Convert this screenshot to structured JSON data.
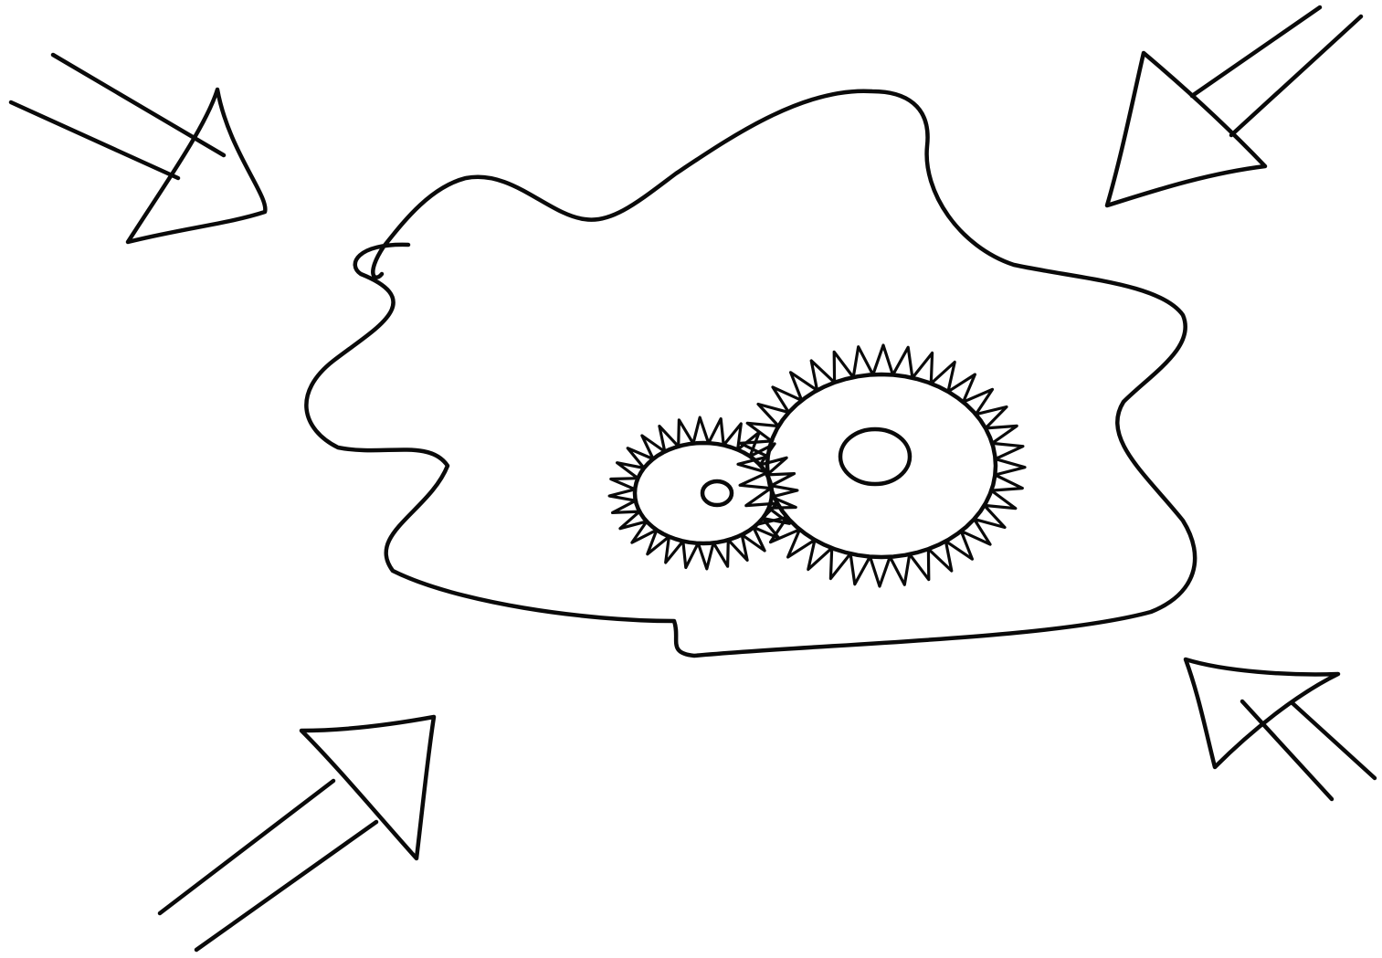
{
  "drawing": {
    "style": "hand-drawn ink sketch",
    "ink_color": "#0a0a0a",
    "background_color": "#ffffff",
    "elements": [
      {
        "name": "cloud-outline",
        "icon": "cloud-outline"
      },
      {
        "name": "large-gear",
        "icon": "gear-icon",
        "teeth": 36
      },
      {
        "name": "small-gear",
        "icon": "gear-icon",
        "teeth": 28
      },
      {
        "name": "arrow-top-left",
        "icon": "arrow-icon",
        "points_toward": "center"
      },
      {
        "name": "arrow-top-right",
        "icon": "arrow-icon",
        "points_toward": "center"
      },
      {
        "name": "arrow-bottom-left",
        "icon": "arrow-icon",
        "points_toward": "center"
      },
      {
        "name": "arrow-bottom-right",
        "icon": "arrow-icon",
        "points_toward": "center"
      }
    ]
  }
}
